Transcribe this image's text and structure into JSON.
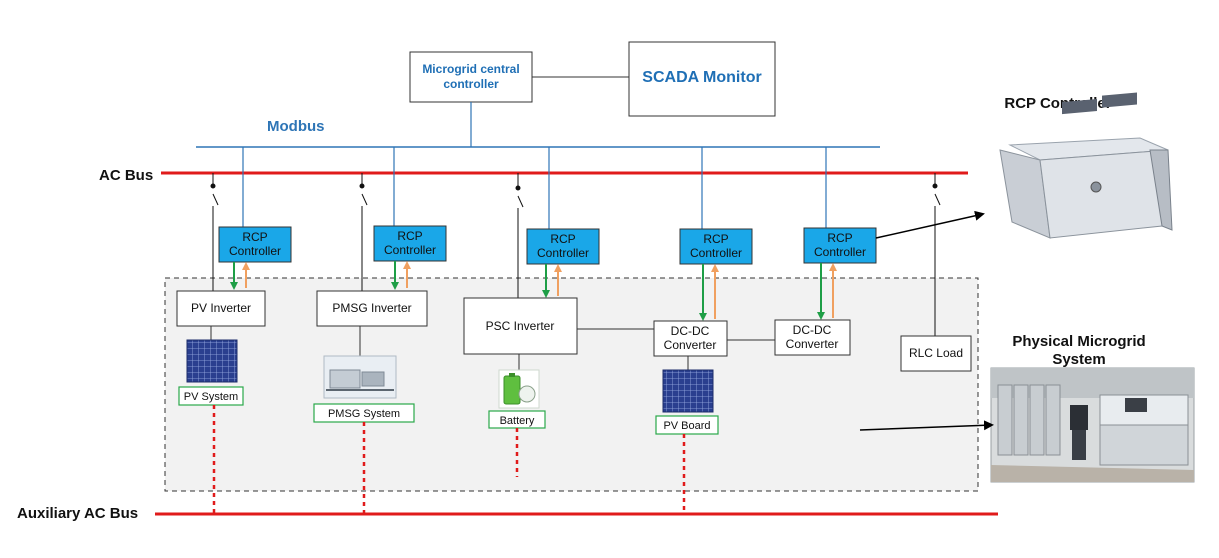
{
  "colors": {
    "modbus_blue": "#2e75b6",
    "ac_red": "#e01b1b",
    "rcp_fill": "#1aa7e8",
    "down_arrow_green": "#1e9e46",
    "up_arrow_orange": "#f0a060",
    "label_box_green": "#2aa84a",
    "region_fill": "#f2f2f2"
  },
  "central_controller": {
    "line1": "Microgrid central",
    "line2": "controller"
  },
  "scada": {
    "label": "SCADA Monitor"
  },
  "modbus": {
    "label": "Modbus"
  },
  "ac_bus": {
    "label": "AC Bus"
  },
  "aux_bus": {
    "label": "Auxiliary AC Bus"
  },
  "rcp_title": {
    "label": "RCP Controller"
  },
  "physical_title": {
    "line1": "Physical Microgrid",
    "line2": "System"
  },
  "rcp_controllers": [
    {
      "line1": "RCP",
      "line2": "Controller"
    },
    {
      "line1": "RCP",
      "line2": "Controller"
    },
    {
      "line1": "RCP",
      "line2": "Controller"
    },
    {
      "line1": "RCP",
      "line2": "Controller"
    },
    {
      "line1": "RCP",
      "line2": "Controller"
    }
  ],
  "devices": {
    "pv_inverter": "PV Inverter",
    "pmsg_inverter": "PMSG Inverter",
    "psc_inverter": "PSC Inverter",
    "dcdc1": {
      "line1": "DC-DC",
      "line2": "Converter"
    },
    "dcdc2": {
      "line1": "DC-DC",
      "line2": "Converter"
    },
    "rlc_load": "RLC Load"
  },
  "sources": {
    "pv_system": "PV System",
    "pmsg_system": "PMSG System",
    "battery": "Battery",
    "pv_board": "PV Board"
  }
}
